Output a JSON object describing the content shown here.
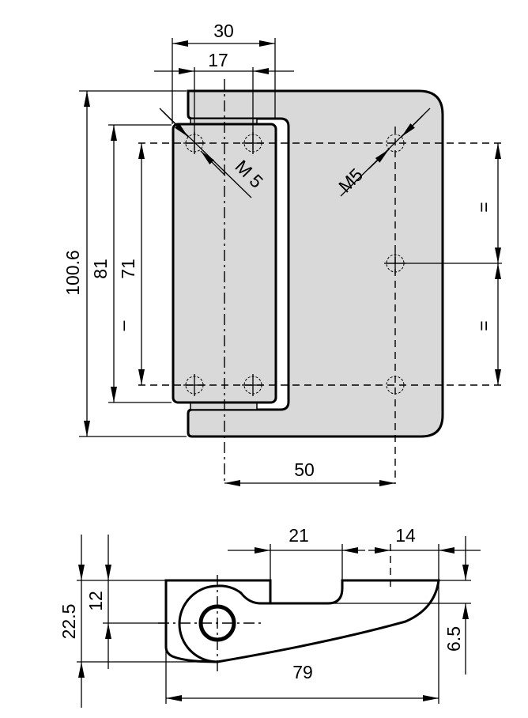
{
  "title": "Hinge technical drawing",
  "colors": {
    "part_fill": "#d9d9d9",
    "line": "#000000"
  },
  "top_view": {
    "dim_width_total": "30",
    "dim_hole_spacing_x": "17",
    "dim_height_total": "100.6",
    "dim_leaf_height": "81",
    "dim_hole_spacing_y": "71",
    "dim_pattern_width": "50",
    "thread_left": "M 5",
    "thread_right": "M5",
    "equal_mark_top": "=",
    "equal_mark_bottom": "=",
    "side_mark": "–"
  },
  "side_view": {
    "dim_height_total": "22.5",
    "dim_axis_height": "12",
    "dim_slot_width": "21",
    "dim_tip_length": "14",
    "dim_tip_thickness": "6.5",
    "dim_length_total": "79"
  }
}
